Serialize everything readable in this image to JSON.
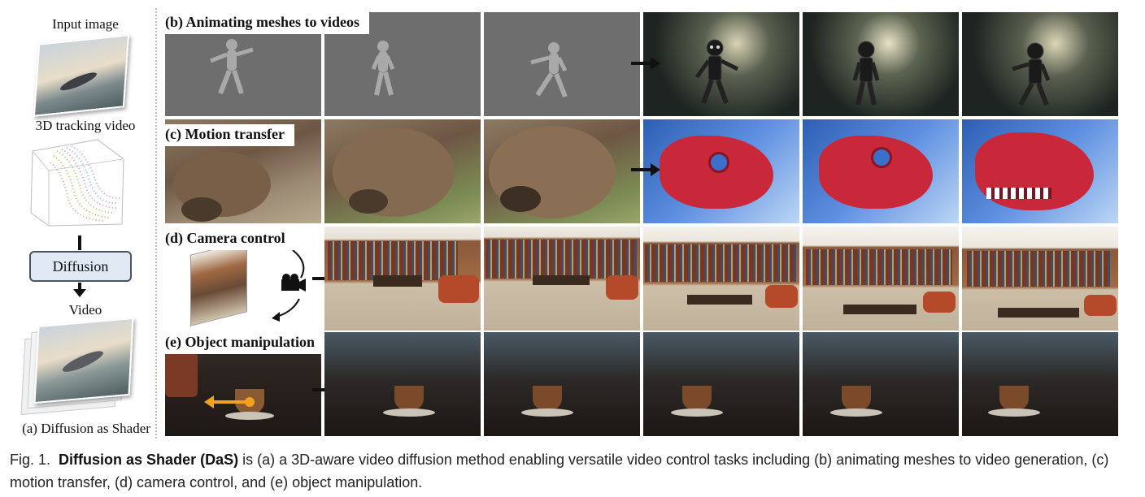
{
  "left": {
    "input_label": "Input image",
    "tracking_label": "3D tracking video",
    "diffusion_label": "Diffusion",
    "video_label": "Video",
    "bottom_label": "(a) Diffusion as Shader"
  },
  "rows": [
    {
      "label": "(b) Animating meshes to videos"
    },
    {
      "label": "(c) Motion transfer"
    },
    {
      "label": "(d) Camera control"
    },
    {
      "label": "(e) Object manipulation"
    }
  ],
  "caption": {
    "prefix": "Fig. 1.",
    "bold": "Diffusion as Shader (DaS)",
    "rest": " is (a) a 3D-aware video diffusion method enabling versatile video control tasks including (b) animating meshes to video generation, (c) motion transfer, (d) camera control, and (e) object manipulation."
  },
  "colors": {
    "mesh_bg": "#6b6b6b",
    "robot_bg": "#2b3530",
    "bear": "#8a6a50",
    "dragon_red": "#c8283a",
    "dragon_blue": "#3b6fc9",
    "library_floor": "#cbbfa9",
    "cafe_dark": "#2a2320",
    "diffusion_box": "#dfe8f3"
  }
}
